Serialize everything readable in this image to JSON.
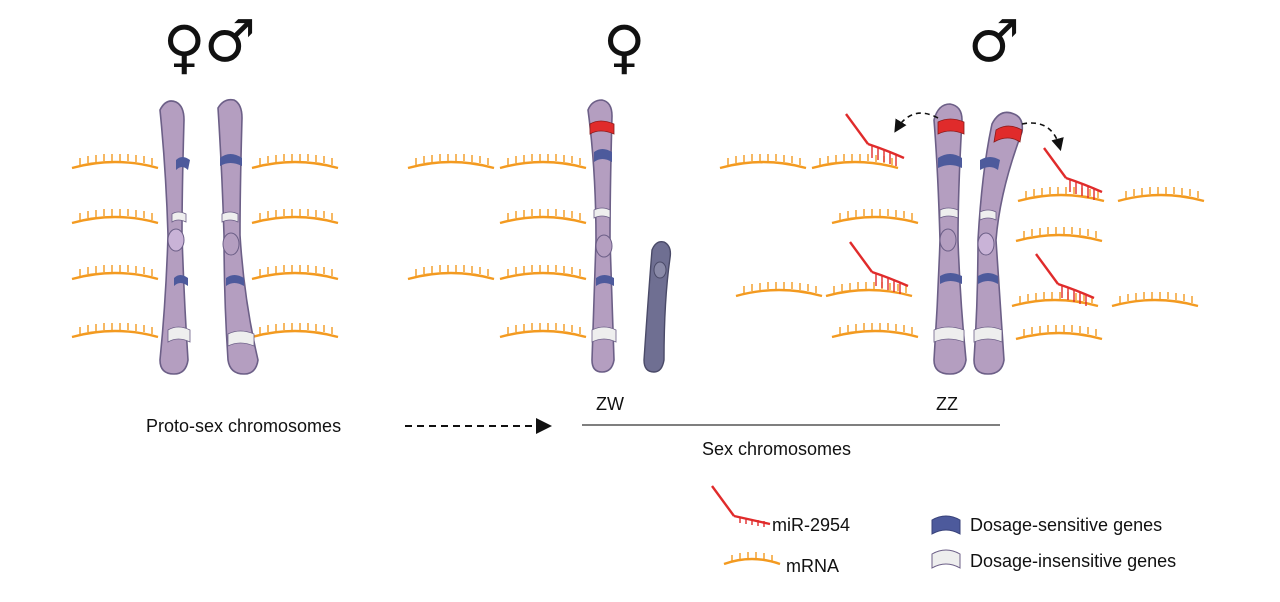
{
  "symbols": {
    "female": "♀",
    "male": "♂"
  },
  "labels": {
    "proto_sex": "Proto-sex chromosomes",
    "zw": "ZW",
    "zz": "ZZ",
    "sex_chromosomes": "Sex chromosomes"
  },
  "legend": {
    "mirna": "miR-2954",
    "mrna": "mRNA",
    "dosage_sensitive": "Dosage-sensitive genes",
    "dosage_insensitive": "Dosage-insensitive genes"
  },
  "colors": {
    "chromosome": "#b49ec0",
    "chromosome_outline": "#6c5f87",
    "w_chromosome": "#6f6f92",
    "dosage_sensitive_band": "#4d5a9c",
    "dosage_insensitive_band": "#eeeeee",
    "mirna": "#e02b2b",
    "mrna": "#f39a20"
  }
}
